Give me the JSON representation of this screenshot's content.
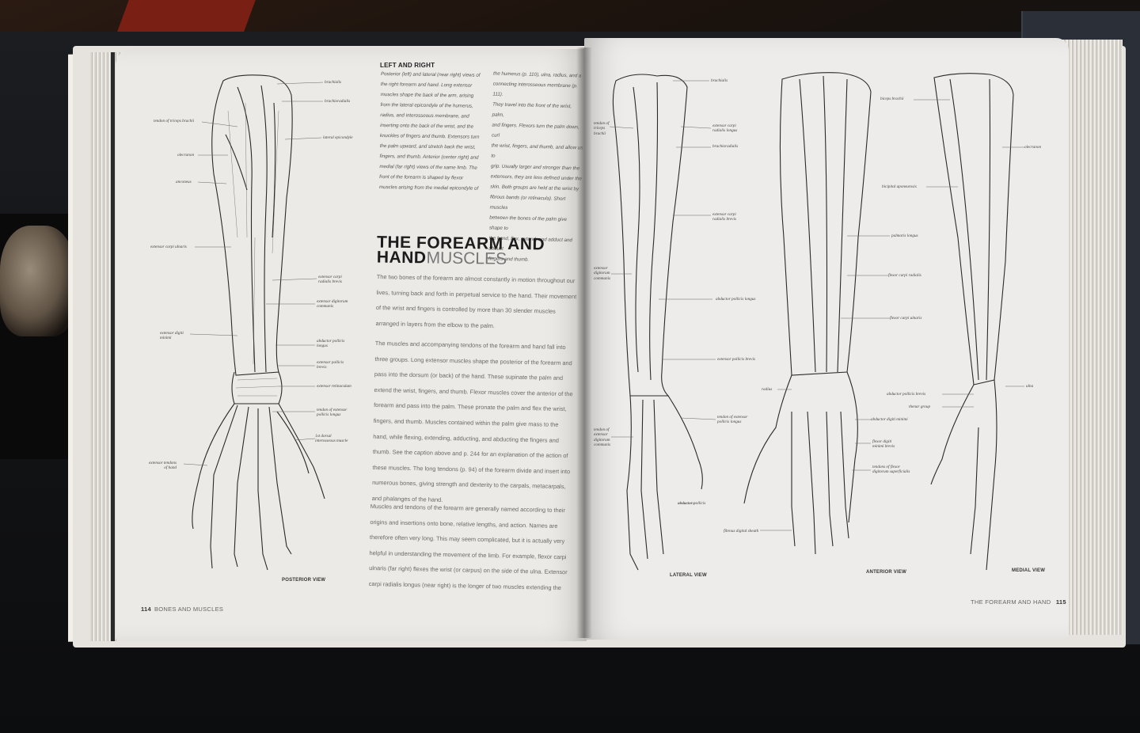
{
  "scene": {
    "description_colors": {
      "page": "#eceae6",
      "table": "#111214"
    }
  },
  "left_page": {
    "caption": {
      "heading": "LEFT AND RIGHT",
      "col1": "Posterior (left) and lateral (near right) views of\nthe right forearm and hand. Long extensor\nmuscles shape the back of the arm, arising\nfrom the lateral epicondyle of the humerus,\nradius, and interosseous membrane, and\ninserting onto the back of the wrist, and the\nknuckles of fingers and thumb. Extensors turn\nthe palm upward, and stretch back the wrist,\nfingers, and thumb. Anterior (center right) and\nmedial (far right) views of the same limb. The\nfront of the forearm is shaped by flexor\nmuscles arising from the medial epicondyle of",
      "col2": "the humerus (p. 110), ulna, radius, and a\nconnecting interosseous membrane (p. 111).\nThey travel into the front of the wrist, palm,\nand fingers. Flexors turn the palm down, curl\nthe wrist, fingers, and thumb, and allow us to\ngrip. Usually larger and stronger than the\nextensors, they are less defined under the\nskin. Both groups are held at the wrist by\nfibrous bands (or retinacula). Short muscles\nbetween the bones of the palm give shape to\nthe hand, flex, extend, and adduct and abduct\nfingers and thumb."
    },
    "title_bold": "THE FOREARM AND",
    "title_bold2": "HAND",
    "title_thin": "MUSCLES",
    "para1": "The two bones of the forearm are almost constantly in motion throughout our\nlives, turning back and forth in perpetual service to the hand. Their movement\nof the wrist and fingers is controlled by more than 30 slender muscles\narranged in layers from the elbow to the palm.",
    "para2": "The muscles and accompanying tendons of the forearm and hand fall into\nthree groups. Long extensor muscles shape the posterior of the forearm and\npass into the dorsum (or back) of the hand. These supinate the palm and\nextend the wrist, fingers, and thumb. Flexor muscles cover the anterior of the\nforearm and pass into the palm. These pronate the palm and flex the wrist,\nfingers, and thumb. Muscles contained within the palm give mass to the\nhand, while flexing, extending, adducting, and abducting the fingers and\nthumb. See the caption above and p. 244 for an explanation of the action of\nthese muscles. The long tendons (p. 94) of the forearm divide and insert into\nnumerous bones, giving strength and dexterity to the carpals, metacarpals,\nand phalanges of the hand.",
    "para3": "Muscles and tendons of the forearm are generally named according to their\norigins and insertions onto bone, relative lengths, and action. Names are\ntherefore often very long. This may seem complicated, but it is actually very\nhelpful in understanding the movement of the limb. For example, flexor carpi\nulnaris (far right) flexes the wrist (or carpus) on the side of the ulna. Extensor\ncarpi radialis longus (near right) is the longer of two muscles extending the",
    "view_label": "POSTERIOR VIEW",
    "folio_num": "114",
    "folio_text": "BONES AND MUSCLES",
    "labels": {
      "brachialis": "brachialis",
      "brachioradialis": "brachioradialis",
      "tendon_triceps": "tendon of triceps brachii",
      "lateral_epicondyle": "lateral epicondyle",
      "olecranon": "olecranon",
      "anconeus": "anconeus",
      "ext_carpi_ulnaris": "extensor carpi ulnaris",
      "ext_carpi_rad_brevis": "extensor carpi\nradialis brevis",
      "ext_digitorum": "extensor digitorum\ncommunis",
      "ext_digiti_minimi": "extensor digiti\nminimi",
      "abd_pollicis_longus": "abductor pollicis\nlongus",
      "ext_pollicis_brevis": "extensor pollicis\nbrevis",
      "ext_retinaculum": "extensor retinaculum",
      "tendon_ext_pollicis_longus": "tendon of extensor\npollicis longus",
      "dorsal_interosseous": "1st dorsal\ninterosseous muscle",
      "ext_tendons_hand": "extensor tendons\nof hand"
    }
  },
  "right_page": {
    "lateral_view_label": "LATERAL VIEW",
    "anterior_view_label": "ANTERIOR VIEW",
    "medial_view_label": "MEDIAL VIEW",
    "folio_text": "THE FOREARM AND HAND",
    "folio_num": "115",
    "labels": {
      "brachialis": "brachialis",
      "tendon_triceps": "tendon of\ntriceps\nbrachii",
      "ext_carpi_rad_longus": "extensor carpi\nradialis longus",
      "brachioradialis": "brachioradialis",
      "ext_carpi_rad_brevis": "extensor carpi\nradialis brevis",
      "ext_digitorum": "extensor\ndigitorum\ncommunis",
      "abd_pollicis_longus": "abductor pollicis longus",
      "ext_pollicis_brevis": "extensor pollicis brevis",
      "tendon_ext_pollicis_longus": "tendon of extensor\npollicis longus",
      "tendon_ext_digitorum": "tendon of\nextensor\ndigitorum\ncommunis",
      "abd_pollicis": "abductor pollicis",
      "fibrous_sheath": "fibrous digital sheath",
      "radius": "radius",
      "biceps": "biceps brachii",
      "olecranon": "olecranon",
      "bicipital_aponeurosis": "bicipital aponeurosis",
      "palmaris_longus": "palmaris longus",
      "flexor_carpi_radialis": "flexor carpi radialis",
      "flexor_carpi_ulnaris": "flexor carpi ulnaris",
      "ulna": "ulna",
      "abd_pollicis_brevis": "abductor pollicis brevis",
      "thenar": "thenar group",
      "abd_digiti_minimi": "abductor digiti minimi",
      "flexor_digiti_minimi": "flexor digiti\nminimi brevis",
      "tendons_flexor_dig_sup": "tendons of flexor\ndigitorum superficialis"
    }
  }
}
